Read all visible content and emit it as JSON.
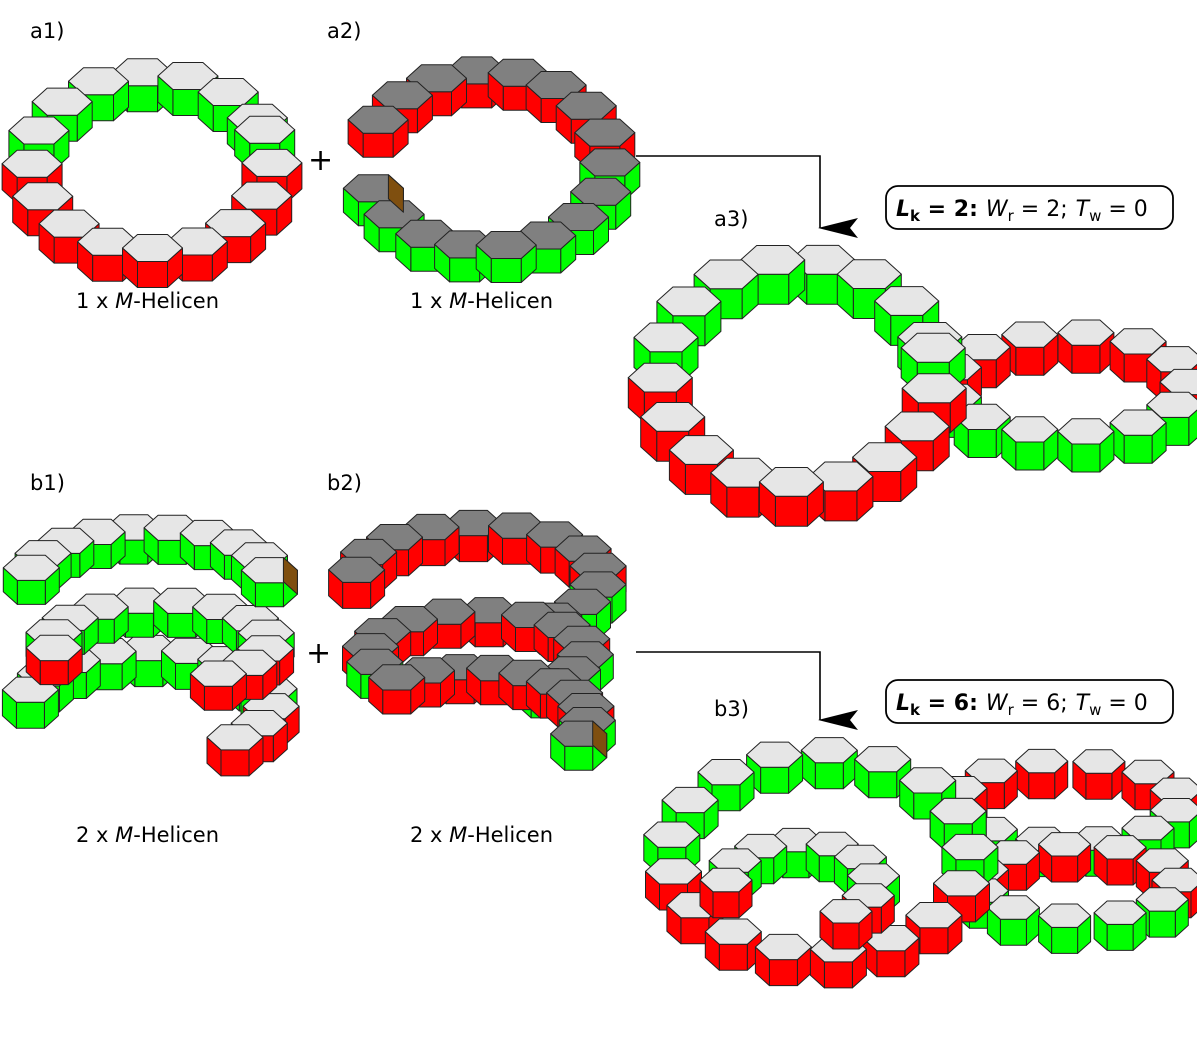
{
  "colors": {
    "face_light": "#e6e6e6",
    "face_dark": "#808080",
    "wall_red": "#ff0000",
    "wall_green": "#00ff00",
    "end_brown": "#7f4f0f",
    "stroke": "#222222"
  },
  "panels": {
    "a1": {
      "label": "a1)",
      "caption_count": "1 x ",
      "caption_italic": "M",
      "caption_rest": "-Helicen"
    },
    "a2": {
      "label": "a2)",
      "caption_count": "1 x ",
      "caption_italic": "M",
      "caption_rest": "-Helicen"
    },
    "a3": {
      "label": "a3)"
    },
    "b1": {
      "label": "b1)",
      "caption_count": "2 x ",
      "caption_italic": "M",
      "caption_rest": "-Helicen"
    },
    "b2": {
      "label": "b2)",
      "caption_count": "2 x ",
      "caption_italic": "M",
      "caption_rest": "-Helicen"
    },
    "b3": {
      "label": "b3)"
    }
  },
  "plus_sign": "+",
  "box_a": {
    "lk_symbol": "L",
    "lk_sub": "k",
    "lk_value": " = 2:",
    "wr_symbol": "W",
    "wr_sub": "r",
    "wr_value": " = 2;",
    "tw_symbol": "T",
    "tw_sub": "w",
    "tw_value": " = 0"
  },
  "box_b": {
    "lk_symbol": "L",
    "lk_sub": "k",
    "lk_value": " = 6:",
    "wr_symbol": "W",
    "wr_sub": "r",
    "wr_value": " = 6;",
    "tw_symbol": "T",
    "tw_sub": "w",
    "tw_value": " = 0"
  }
}
